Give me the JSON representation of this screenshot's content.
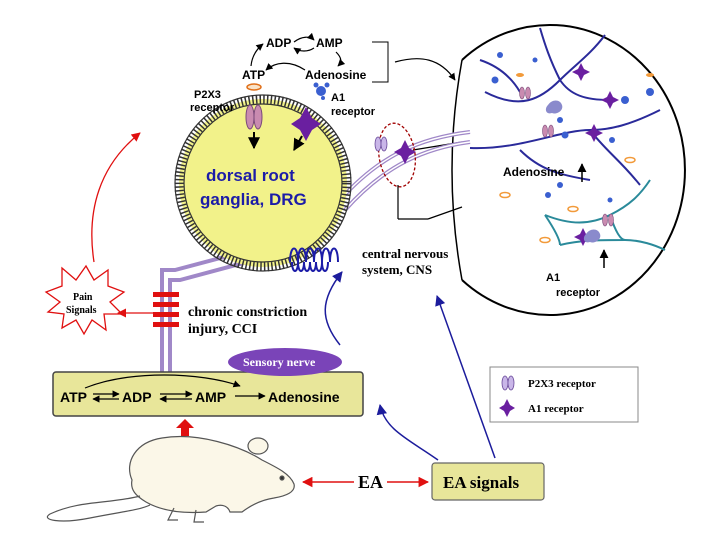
{
  "top_cycle": {
    "adp": "ADP",
    "amp": "AMP",
    "atp": "ATP",
    "adenosine": "Adenosine"
  },
  "p2x3_label": {
    "line1": "P2X3",
    "line2": "receptor"
  },
  "a1_label": {
    "line1": "A1",
    "line2": "receptor"
  },
  "drg": {
    "line1": "dorsal root",
    "line2": "ganglia, DRG"
  },
  "cns": {
    "line1": "central nervous",
    "line2": "system, CNS"
  },
  "pain": {
    "line1": "Pain",
    "line2": "Signals"
  },
  "cci": {
    "line1": "chronic constriction",
    "line2": "injury, CCI"
  },
  "sensory_nerve": "Sensory nerve",
  "bottom_cycle": {
    "atp": "ATP",
    "adp": "ADP",
    "amp": "AMP",
    "adenosine": "Adenosine"
  },
  "zoom": {
    "adenosine": "Adenosine",
    "a1_line1": "A1",
    "a1_line2": "receptor"
  },
  "legend": {
    "p2x3": "P2X3 receptor",
    "a1": "A1 receptor"
  },
  "ea": "EA",
  "ea_signals": "EA signals",
  "colors": {
    "drg_fill": "#f2f28a",
    "drg_text": "#1c1ca8",
    "box_fill": "#e8e69a",
    "sensory_fill": "#7a44b8",
    "arrow_red": "#e01010",
    "arrow_blue": "#1c1c9c",
    "a1_purple": "#6a1fa0",
    "p2x3_pink": "#c98bb0"
  }
}
